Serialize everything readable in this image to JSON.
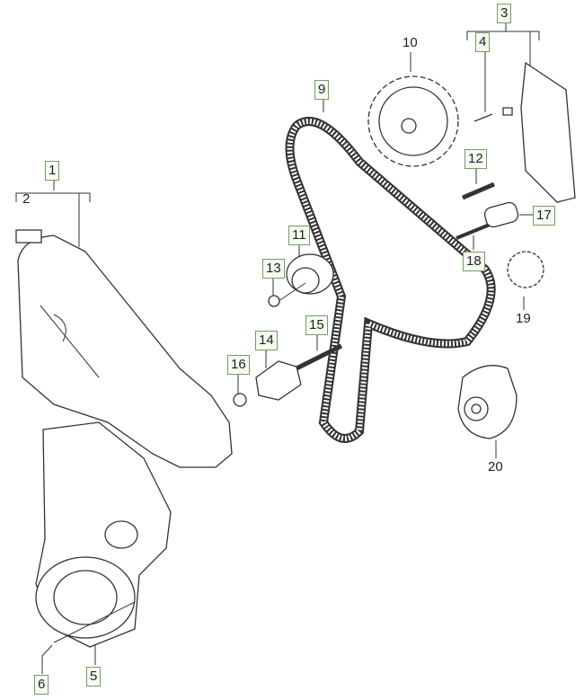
{
  "diagram": {
    "callouts": [
      {
        "id": "1",
        "boxed": true
      },
      {
        "id": "2",
        "boxed": false
      },
      {
        "id": "3",
        "boxed": true
      },
      {
        "id": "4",
        "boxed": true
      },
      {
        "id": "5",
        "boxed": true
      },
      {
        "id": "6",
        "boxed": true
      },
      {
        "id": "9",
        "boxed": true
      },
      {
        "id": "10",
        "boxed": false
      },
      {
        "id": "11",
        "boxed": true
      },
      {
        "id": "12",
        "boxed": true
      },
      {
        "id": "13",
        "boxed": true
      },
      {
        "id": "14",
        "boxed": true
      },
      {
        "id": "15",
        "boxed": true
      },
      {
        "id": "16",
        "boxed": true
      },
      {
        "id": "17",
        "boxed": true
      },
      {
        "id": "18",
        "boxed": true
      },
      {
        "id": "19",
        "boxed": false
      },
      {
        "id": "20",
        "boxed": false
      }
    ],
    "colors": {
      "box_border": "#6f9f5f",
      "box_fill": "#f7fbf3",
      "line": "#333333"
    }
  }
}
